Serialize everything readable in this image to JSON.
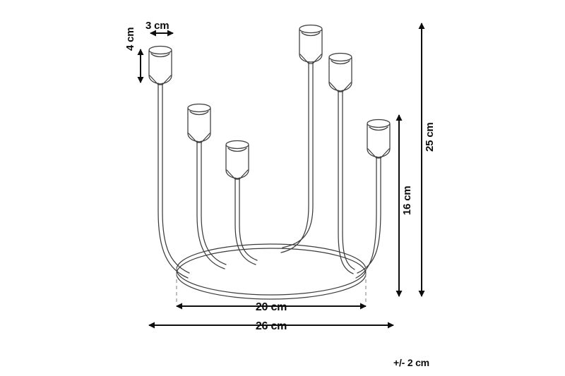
{
  "figure": {
    "type": "technical-dimension-drawing",
    "subject": "six-arm candelabra candle holder",
    "background_color": "#ffffff",
    "line_color": "#3c3c3c",
    "dimension_color": "#0d0d0d"
  },
  "dimensions": {
    "cup_width": "3 cm",
    "cup_height": "4 cm",
    "total_height": "25 cm",
    "inner_height": "16 cm",
    "base_width": "20 cm",
    "overall_width": "26 cm"
  },
  "notes": {
    "tolerance": "+/- 2 cm"
  },
  "chart_data": {
    "type": "diagram",
    "title": "",
    "annotations": [
      {
        "name": "cup-width",
        "label": "3 cm",
        "value": 3,
        "unit": "cm",
        "orientation": "horizontal"
      },
      {
        "name": "cup-height",
        "label": "4 cm",
        "value": 4,
        "unit": "cm",
        "orientation": "vertical"
      },
      {
        "name": "total-height",
        "label": "25 cm",
        "value": 25,
        "unit": "cm",
        "orientation": "vertical"
      },
      {
        "name": "inner-height",
        "label": "16 cm",
        "value": 16,
        "unit": "cm",
        "orientation": "vertical"
      },
      {
        "name": "base-width",
        "label": "20 cm",
        "value": 20,
        "unit": "cm",
        "orientation": "horizontal"
      },
      {
        "name": "overall-width",
        "label": "26 cm",
        "value": 26,
        "unit": "cm",
        "orientation": "horizontal"
      },
      {
        "name": "tolerance",
        "label": "+/- 2 cm",
        "value": 2,
        "unit": "cm",
        "orientation": "note"
      }
    ]
  }
}
